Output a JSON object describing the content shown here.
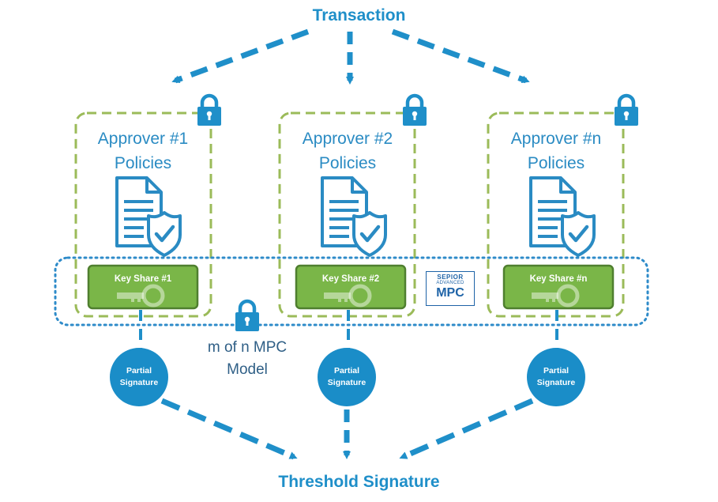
{
  "title_top": "Transaction",
  "title_bottom": "Threshold Signature",
  "approvers": [
    {
      "name": "Approver #1",
      "sub": "Policies",
      "key_share": "Key Share  #1",
      "partial_line1": "Partial",
      "partial_line2": "Signature"
    },
    {
      "name": "Approver #2",
      "sub": "Policies",
      "key_share": "Key Share  #2",
      "partial_line1": "Partial",
      "partial_line2": "Signature"
    },
    {
      "name": "Approver #n",
      "sub": "Policies",
      "key_share": "Key Share  #n",
      "partial_line1": "Partial",
      "partial_line2": "Signature"
    }
  ],
  "mpc_model": {
    "line1": "m of n MPC",
    "line2": "Model"
  },
  "logo": {
    "line1": "SEPIOR",
    "line2": "ADVANCED",
    "line3": "MPC"
  },
  "icons": [
    "lock-icon",
    "document-shield-icon",
    "key-icon",
    "arrow-icon"
  ],
  "colors": {
    "accent_blue": "#1f8fc9",
    "dashed_green": "#9bbb59",
    "key_green": "#7ab648",
    "key_border": "#4f7f2f",
    "dotted_blue": "#2e8bc9"
  }
}
